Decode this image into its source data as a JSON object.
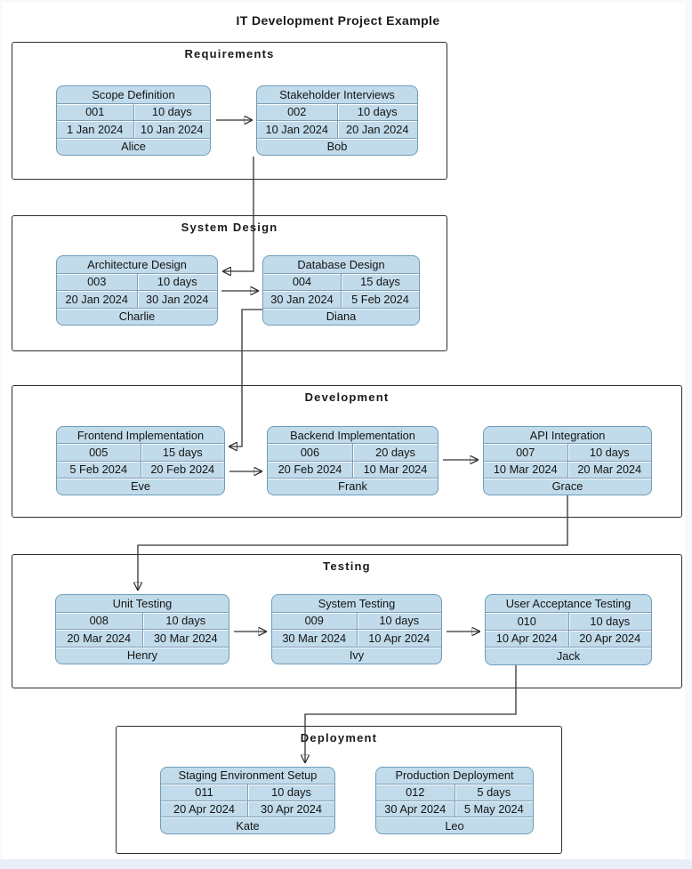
{
  "title": "IT Development Project Example",
  "colors": {
    "card_fill": "#c1dbea",
    "card_border": "#6f9dbb",
    "section_border": "#2e2e2e",
    "connector": "#333333",
    "page_background": "#ffffff",
    "frame_background": "#f7f9fc"
  },
  "sections": [
    {
      "label": "Requirements",
      "tasks": [
        {
          "name": "Scope Definition",
          "id": "001",
          "duration": "10 days",
          "start": "1 Jan 2024",
          "end": "10 Jan 2024",
          "assignee": "Alice"
        },
        {
          "name": "Stakeholder Interviews",
          "id": "002",
          "duration": "10 days",
          "start": "10 Jan 2024",
          "end": "20 Jan 2024",
          "assignee": "Bob"
        }
      ]
    },
    {
      "label": "System Design",
      "tasks": [
        {
          "name": "Architecture Design",
          "id": "003",
          "duration": "10 days",
          "start": "20 Jan 2024",
          "end": "30 Jan 2024",
          "assignee": "Charlie"
        },
        {
          "name": "Database Design",
          "id": "004",
          "duration": "15 days",
          "start": "30 Jan 2024",
          "end": "5 Feb 2024",
          "assignee": "Diana"
        }
      ]
    },
    {
      "label": "Development",
      "tasks": [
        {
          "name": "Frontend Implementation",
          "id": "005",
          "duration": "15 days",
          "start": "5 Feb 2024",
          "end": "20 Feb 2024",
          "assignee": "Eve"
        },
        {
          "name": "Backend Implementation",
          "id": "006",
          "duration": "20 days",
          "start": "20 Feb 2024",
          "end": "10 Mar 2024",
          "assignee": "Frank"
        },
        {
          "name": "API Integration",
          "id": "007",
          "duration": "10 days",
          "start": "10 Mar 2024",
          "end": "20 Mar 2024",
          "assignee": "Grace"
        }
      ]
    },
    {
      "label": "Testing",
      "tasks": [
        {
          "name": "Unit Testing",
          "id": "008",
          "duration": "10 days",
          "start": "20 Mar 2024",
          "end": "30 Mar 2024",
          "assignee": "Henry"
        },
        {
          "name": "System Testing",
          "id": "009",
          "duration": "10 days",
          "start": "30 Mar 2024",
          "end": "10 Apr 2024",
          "assignee": "Ivy"
        },
        {
          "name": "User Acceptance Testing",
          "id": "010",
          "duration": "10 days",
          "start": "10 Apr 2024",
          "end": "20 Apr 2024",
          "assignee": "Jack"
        }
      ]
    },
    {
      "label": "Deployment",
      "tasks": [
        {
          "name": "Staging Environment Setup",
          "id": "011",
          "duration": "10 days",
          "start": "20 Apr 2024",
          "end": "30 Apr 2024",
          "assignee": "Kate"
        },
        {
          "name": "Production Deployment",
          "id": "012",
          "duration": "5 days",
          "start": "30 Apr 2024",
          "end": "5 May 2024",
          "assignee": "Leo"
        }
      ]
    }
  ]
}
